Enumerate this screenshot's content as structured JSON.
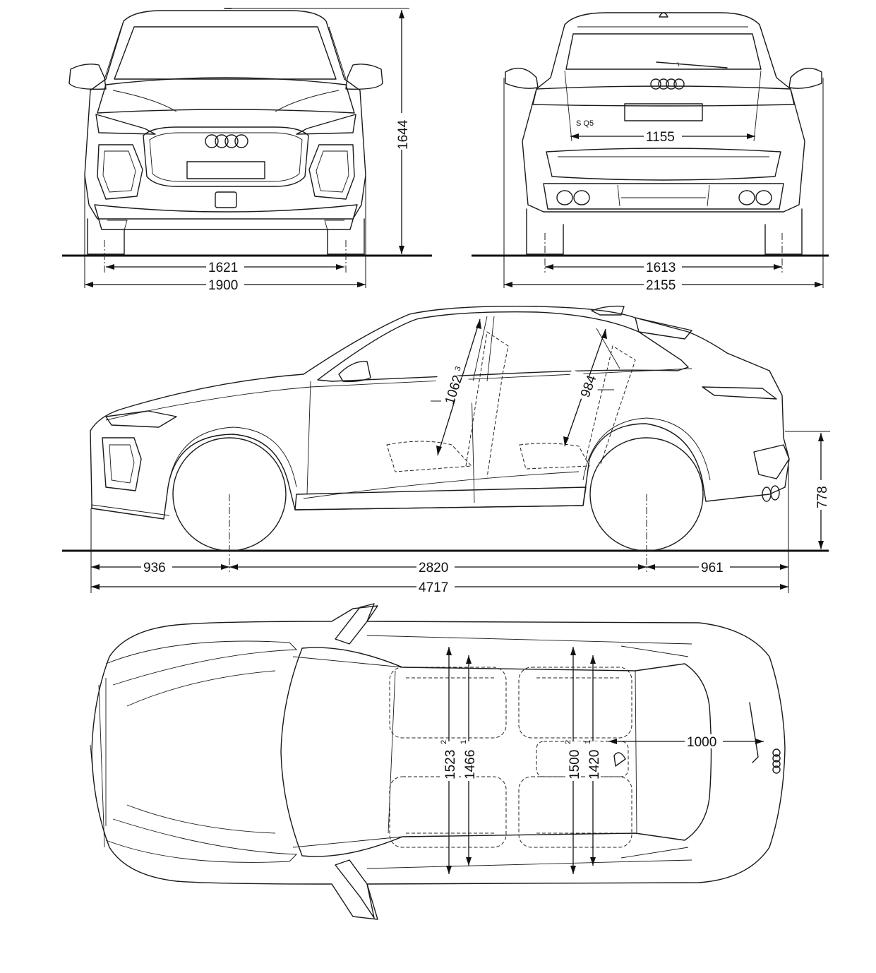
{
  "views": {
    "front": {
      "height": "1644",
      "track": "1621",
      "width": "1900"
    },
    "rear": {
      "track": "1613",
      "width_mirrors": "2155",
      "tailgate_opening": "1155",
      "badge": "S Q5"
    },
    "side": {
      "front_overhang": "936",
      "wheelbase": "2820",
      "rear_overhang": "961",
      "length": "4717",
      "loading_sill": "778",
      "front_headroom": "1062",
      "front_headroom_note": "3",
      "rear_headroom": "984"
    },
    "top": {
      "front_shoulder": "1523",
      "front_shoulder_note": "2",
      "front_elbow": "1466",
      "front_elbow_note": "1",
      "rear_shoulder": "1500",
      "rear_shoulder_note": "2",
      "rear_elbow": "1420",
      "rear_elbow_note": "1",
      "luggage_length": "1000"
    }
  },
  "icons": [
    "audi-rings-icon",
    "wheel-icon",
    "mirror-icon",
    "exhaust-icon",
    "seat-icon",
    "wiper-icon"
  ],
  "colors": {
    "line": "#1a1a1a",
    "background": "#ffffff"
  }
}
